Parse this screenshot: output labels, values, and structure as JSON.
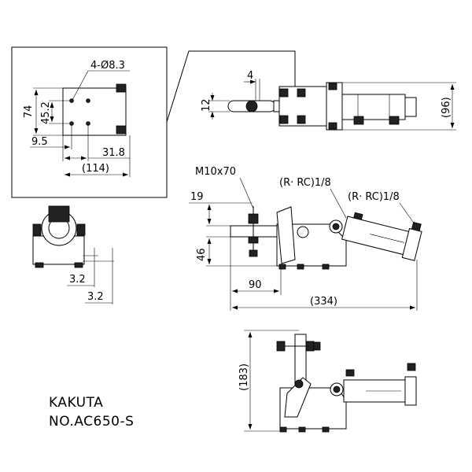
{
  "detail_box": {
    "hole_spec": "4-Ø8.3",
    "height_74": "74",
    "height_45_2": "45.2",
    "width_9_5": "9.5",
    "width_31_8": "31.8",
    "width_114": "(114)"
  },
  "top_view": {
    "dim_4": "4",
    "dim_12": "12",
    "dim_96": "(96)"
  },
  "side_view": {
    "bolt_label": "M10x70",
    "port_label_1": "(R· RC)1/8",
    "port_label_2": "(R· RC)1/8",
    "dim_19": "19",
    "dim_46": "46",
    "dim_90": "90",
    "dim_334": "(334)"
  },
  "end_view": {
    "dim_3_2_a": "3.2",
    "dim_3_2_b": "3.2"
  },
  "open_view": {
    "dim_183": "(183)"
  },
  "title_block": {
    "maker": "KAKUTA",
    "model": "NO.AC650-S"
  }
}
